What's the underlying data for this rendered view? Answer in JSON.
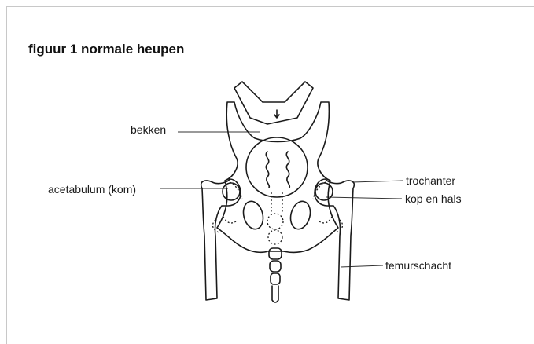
{
  "title": "figuur 1 normale heupen",
  "labels": {
    "bekken": "bekken",
    "acetabulum": "acetabulum (kom)",
    "trochanter": "trochanter",
    "kop_en_hals": "kop en hals",
    "femurschacht": "femurschacht"
  }
}
